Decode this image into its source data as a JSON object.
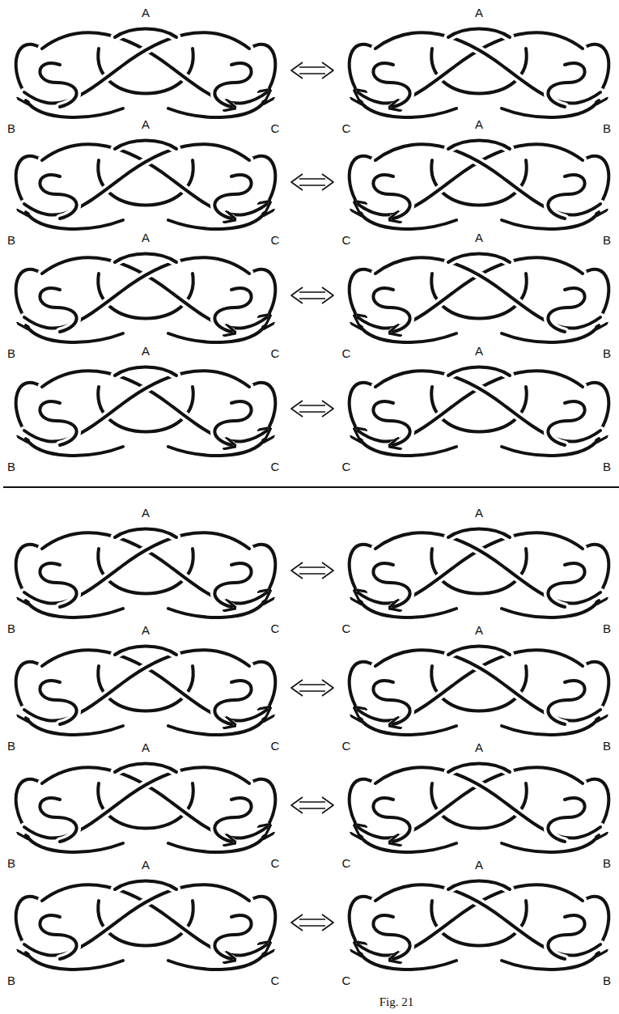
{
  "diagram": {
    "caption": "Fig. 21",
    "labels": [
      "A",
      "A",
      "B",
      "C",
      "C",
      "B",
      "A",
      "A",
      "B",
      "C",
      "C",
      "B",
      "A",
      "A",
      "B",
      "C",
      "C",
      "B",
      "A",
      "A",
      "B",
      "C",
      "C",
      "B",
      "A",
      "A",
      "B",
      "C",
      "C",
      "B",
      "A",
      "A",
      "B",
      "C",
      "C",
      "B",
      "A",
      "A",
      "B",
      "C",
      "C",
      "B",
      "A",
      "A",
      "B",
      "C",
      "C",
      "B"
    ]
  }
}
